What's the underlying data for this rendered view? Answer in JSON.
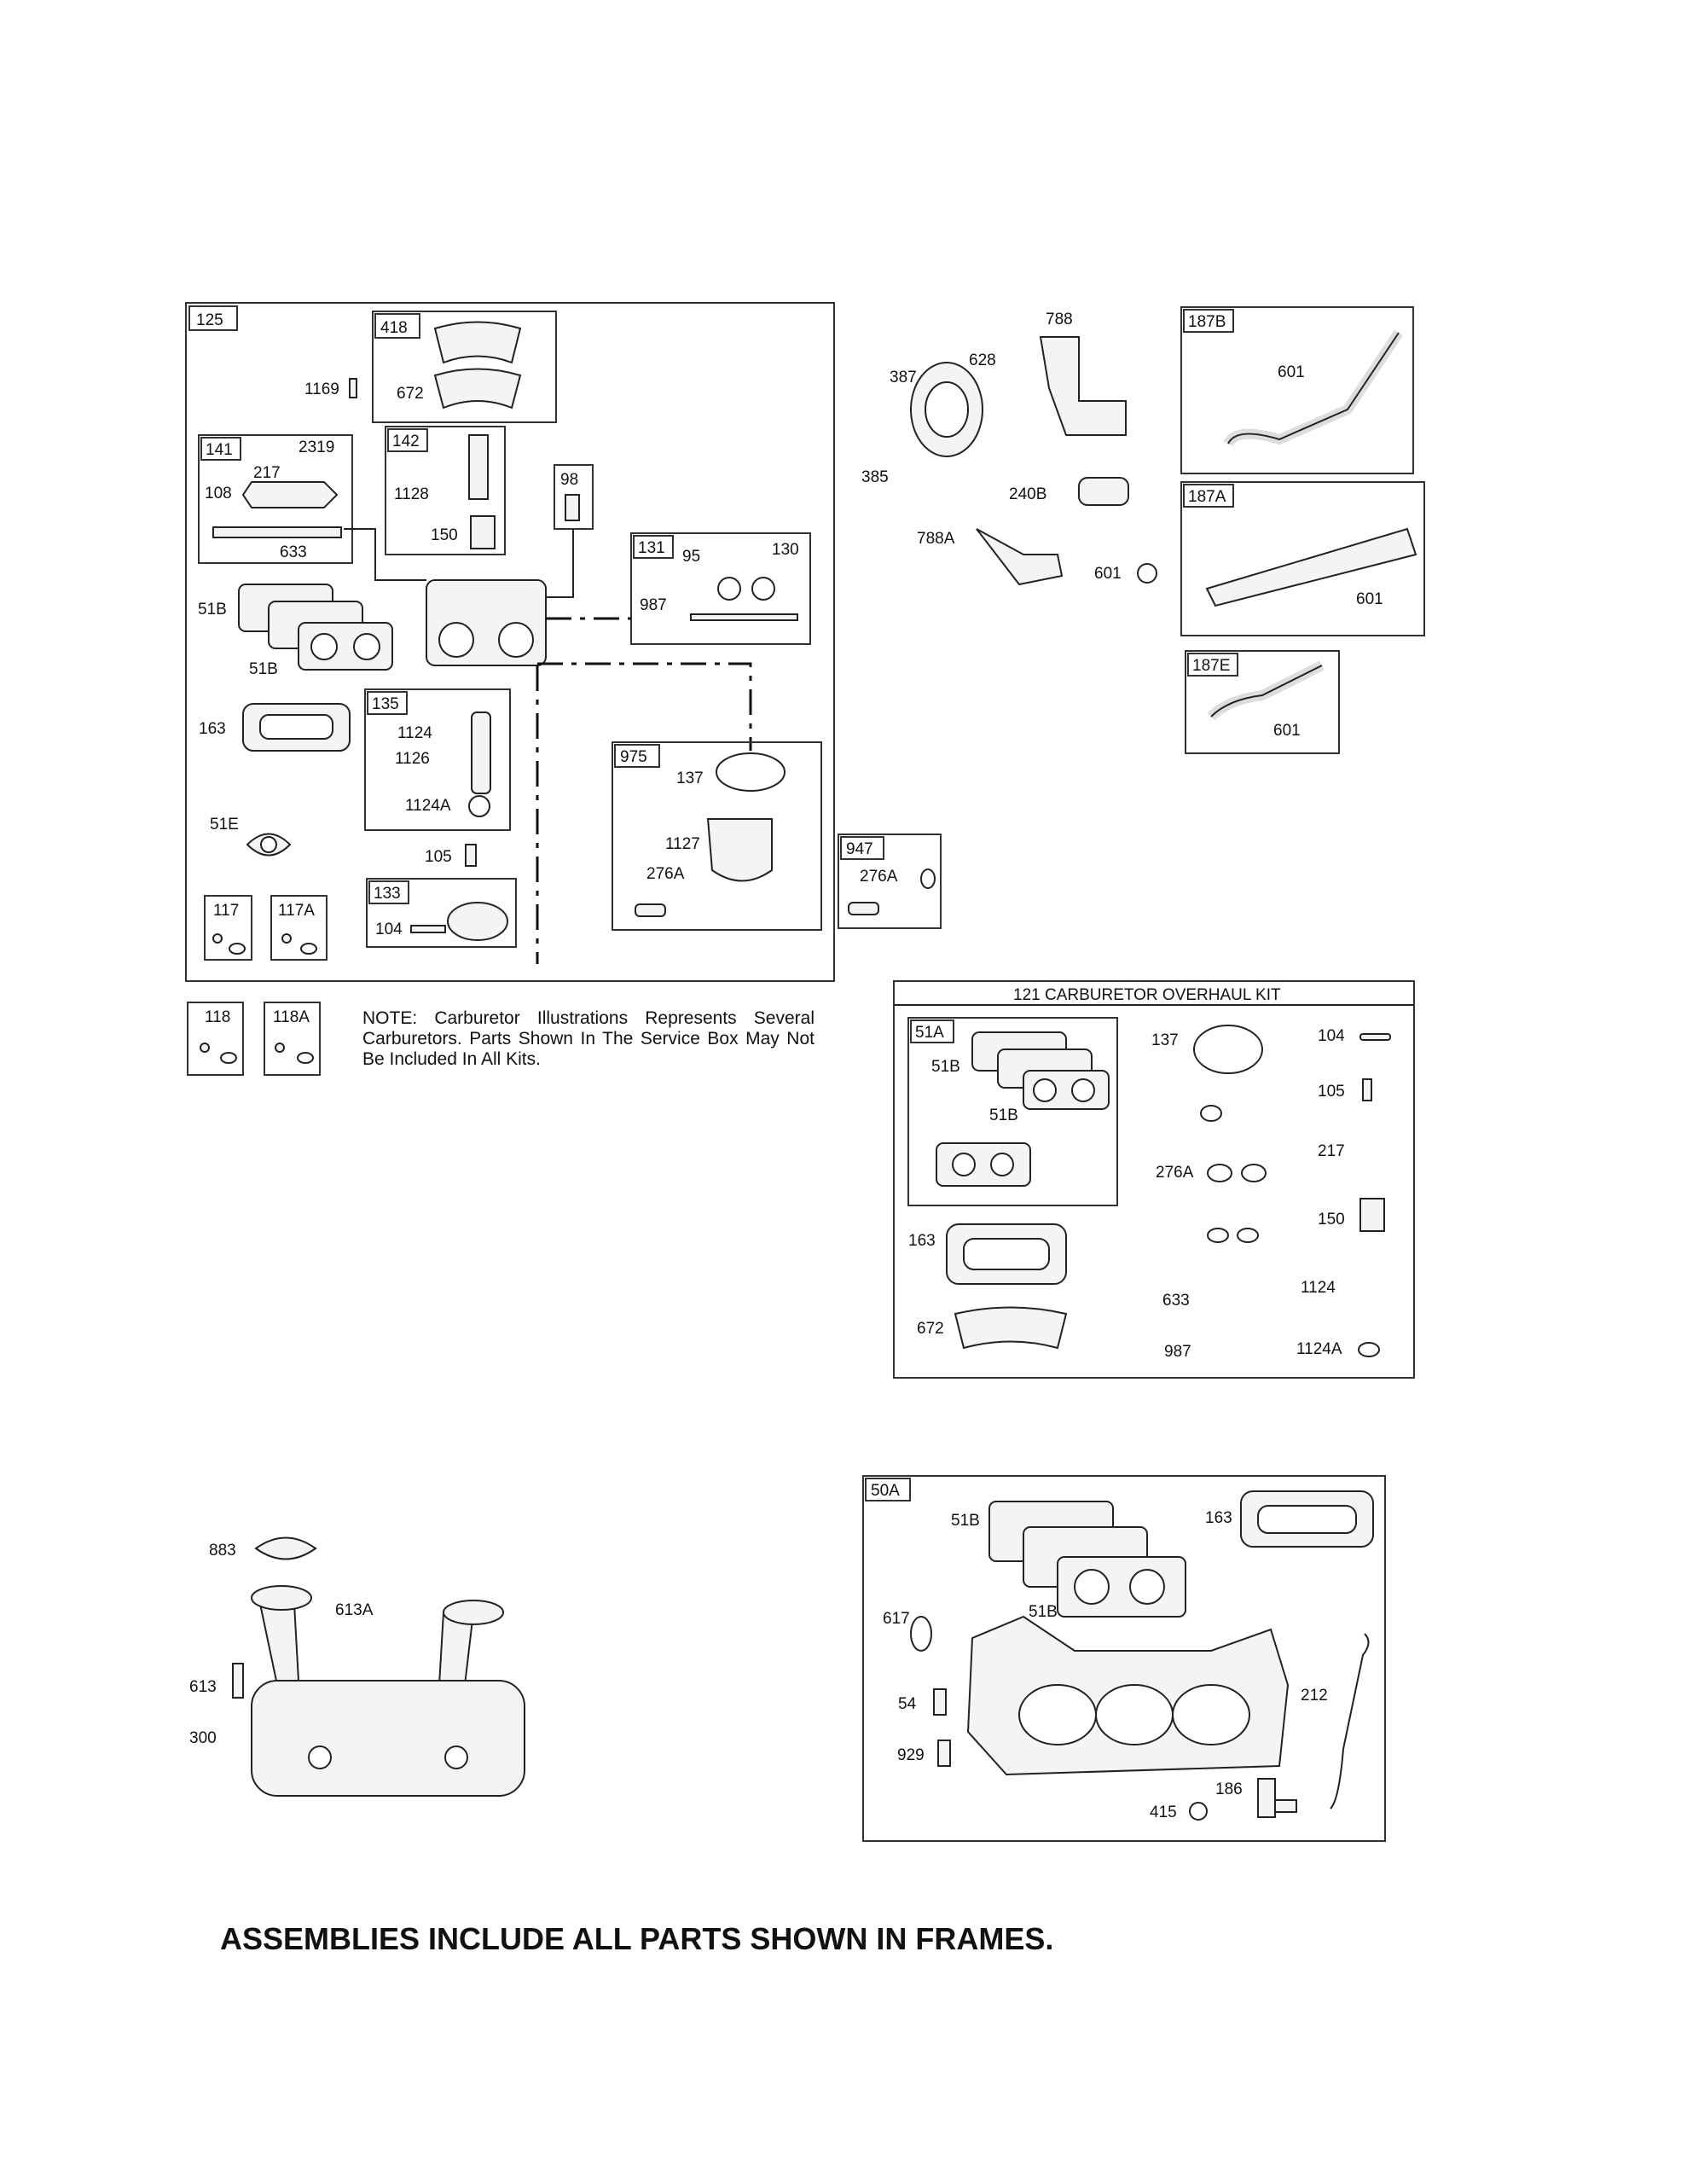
{
  "note": "NOTE: Carburetor Illustrations Represents Several Carburetors. Parts Shown In The Service Box May Not Be Included In All Kits.",
  "footer": "ASSEMBLIES INCLUDE ALL PARTS SHOWN IN FRAMES.",
  "kit": {
    "title": "121 CARBURETOR OVERHAUL KIT"
  },
  "frames": {
    "f125": "125",
    "f418": "418",
    "f141": "141",
    "f142": "142",
    "f98": "98",
    "f131": "131",
    "f135": "135",
    "f975": "975",
    "f947": "947",
    "f133": "133",
    "f117": "117",
    "f117A": "117A",
    "f118": "118",
    "f118A": "118A",
    "f187B": "187B",
    "f187A": "187A",
    "f187E": "187E",
    "f51A": "51A",
    "f50A": "50A"
  },
  "labels": {
    "l1169": "1169",
    "l672": "672",
    "l2319": "2319",
    "l217": "217",
    "l108": "108",
    "l633": "633",
    "l1128": "1128",
    "l150": "150",
    "l95": "95",
    "l130": "130",
    "l987": "987",
    "l51B_a": "51B",
    "l51B_b": "51B",
    "l163": "163",
    "l1124": "1124",
    "l1126": "1126",
    "l1124A": "1124A",
    "l51E": "51E",
    "l105": "105",
    "l104": "104",
    "l137": "137",
    "l1127": "1127",
    "l276A_a": "276A",
    "l276A_b": "276A",
    "l788": "788",
    "l628": "628",
    "l387": "387",
    "l385": "385",
    "l240B": "240B",
    "l788A": "788A",
    "l601_a": "601",
    "l601_b": "601",
    "l601_c": "601",
    "l601_d": "601",
    "k137": "137",
    "k104": "104",
    "k105": "105",
    "k217": "217",
    "k276A": "276A",
    "k150": "150",
    "k633": "633",
    "k1124": "1124",
    "k987": "987",
    "k1124A": "1124A",
    "k51B_a": "51B",
    "k51B_b": "51B",
    "k163": "163",
    "k672": "672",
    "l883": "883",
    "l613A": "613A",
    "l613": "613",
    "l300": "300",
    "m51B_a": "51B",
    "m51B_b": "51B",
    "m163": "163",
    "m617": "617",
    "m54": "54",
    "m929": "929",
    "m212": "212",
    "m186": "186",
    "m415": "415"
  }
}
